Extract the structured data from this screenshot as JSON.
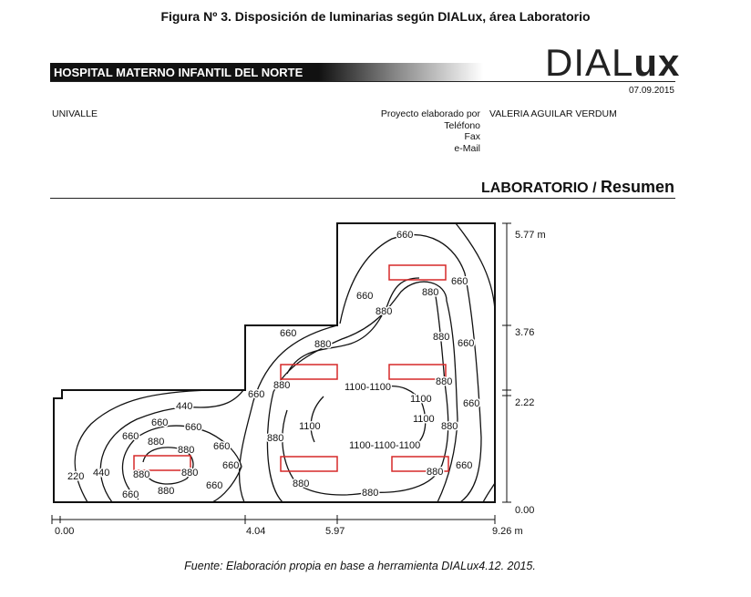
{
  "figure_title": "Figura Nº 3. Disposición de luminarias según DIALux, área Laboratorio",
  "header": {
    "project_name": "HOSPITAL MATERNO INFANTIL DEL NORTE",
    "logo_text_light": "DIAL",
    "logo_text_bold": "ux",
    "date": "07.09.2015"
  },
  "info": {
    "organization": "UNIVALLE",
    "labels": [
      "Proyecto elaborado por",
      "Teléfono",
      "Fax",
      "e-Mail"
    ],
    "author": "VALERIA AGUILAR VERDUM"
  },
  "section": {
    "room": "LABORATORIO",
    "separator": " / ",
    "page": "Resumen"
  },
  "plan": {
    "x_scale": [
      "0.00",
      "4.04",
      "5.97",
      "9.26 m"
    ],
    "y_scale": [
      "5.77 m",
      "3.76",
      "2.22",
      "0.00"
    ],
    "contour_labels": [
      "660",
      "660",
      "660",
      "880",
      "880",
      "660",
      "880",
      "880",
      "660",
      "880",
      "1100-1100",
      "880",
      "660",
      "1100",
      "660",
      "440",
      "660",
      "660",
      "1100",
      "1100",
      "880",
      "660",
      "880",
      "880",
      "660",
      "880",
      "1100-1100-1100",
      "660",
      "880",
      "880",
      "220",
      "440",
      "880",
      "880",
      "660",
      "660",
      "660",
      "880",
      "880"
    ],
    "luminaire_color": "#d62828"
  },
  "caption": "Fuente: Elaboración propia en base a herramienta DIALux4.12. 2015."
}
